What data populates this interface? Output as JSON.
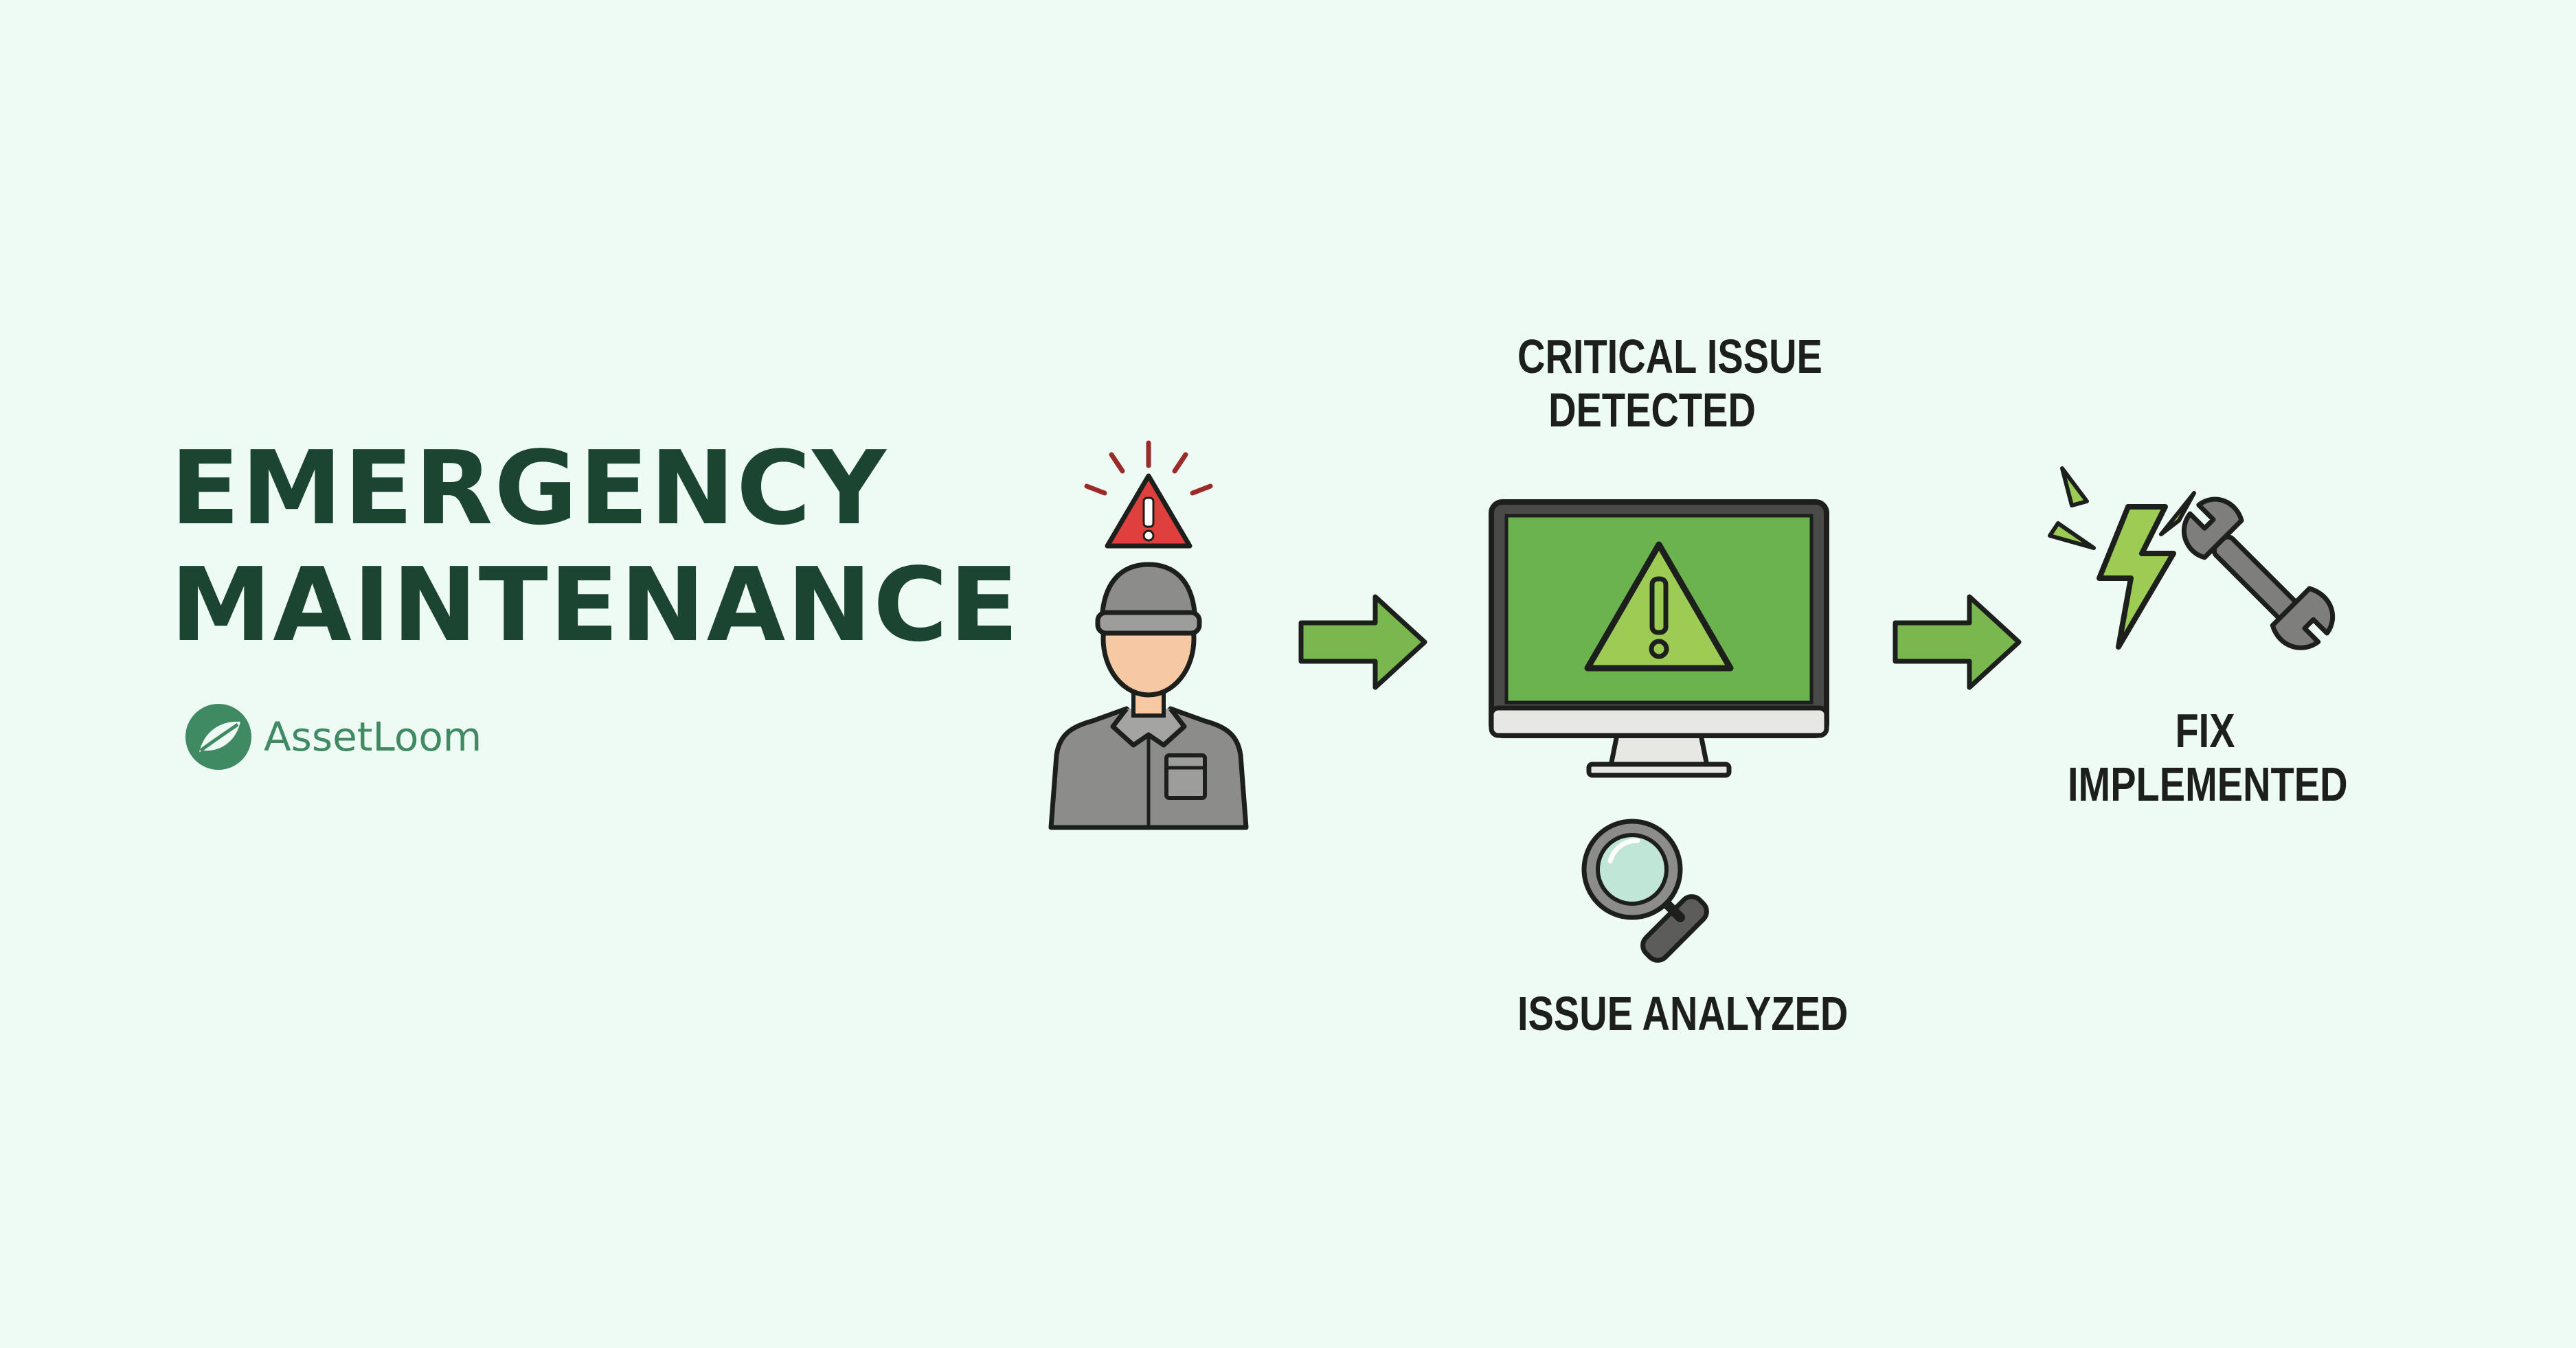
{
  "title": {
    "line1": "EMERGENCY",
    "line2": "MAINTENANCE"
  },
  "brand": {
    "name": "AssetLoom",
    "icon": "leaf-logo-icon"
  },
  "steps": [
    {
      "id": "technician",
      "icon": "technician-alert-icon",
      "label_lines": []
    },
    {
      "id": "detected",
      "icon": "monitor-warning-icon",
      "label_lines": [
        "CRITICAL ISSUE",
        "DETECTED"
      ]
    },
    {
      "id": "analyzed",
      "icon": "magnifier-icon",
      "label_lines": [
        "ISSUE ANALYZED"
      ]
    },
    {
      "id": "fix",
      "icon": "lightning-wrench-icon",
      "label_lines": [
        "FIX",
        "IMPLEMENTED"
      ]
    }
  ],
  "connectors": [
    "arrow-right-icon",
    "arrow-right-icon"
  ],
  "colors": {
    "background": "#eefaf4",
    "title": "#1c4531",
    "brand": "#3f8a63",
    "accent_green": "#79b84f",
    "alert_red": "#e0403d",
    "outline": "#1d1f1c"
  }
}
